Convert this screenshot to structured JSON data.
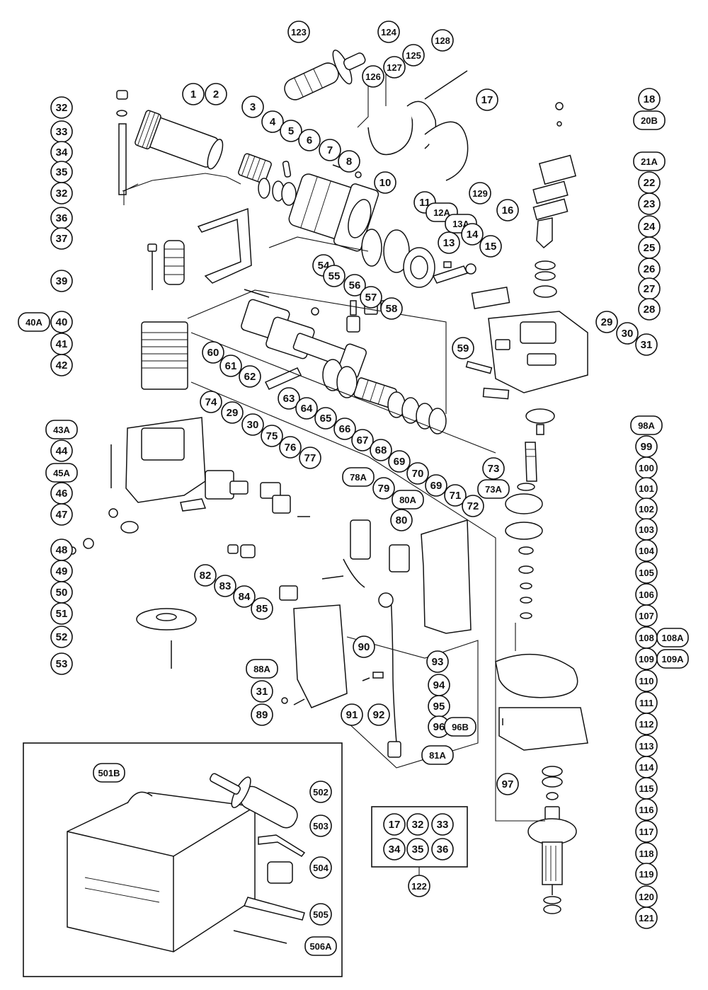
{
  "diagram": {
    "labels_left": [
      "32",
      "33",
      "34",
      "35",
      "32",
      "36",
      "37",
      "39",
      "40A",
      "40",
      "41",
      "42",
      "43A",
      "44",
      "45A",
      "46",
      "47",
      "48",
      "49",
      "50",
      "51",
      "52",
      "53"
    ],
    "labels_top": [
      "123",
      "124",
      "125",
      "126",
      "127",
      "128",
      "1",
      "2",
      "3",
      "4",
      "5",
      "6",
      "7",
      "8",
      "10",
      "17",
      "11",
      "12A",
      "13A",
      "129",
      "13",
      "14",
      "15",
      "16"
    ],
    "labels_right": [
      "18",
      "20B",
      "21A",
      "22",
      "23",
      "24",
      "25",
      "26",
      "27",
      "28",
      "29",
      "30",
      "31",
      "98A",
      "99",
      "100",
      "101",
      "102",
      "103",
      "104",
      "105",
      "106",
      "107",
      "108",
      "108A",
      "109",
      "109A",
      "110",
      "111",
      "112",
      "113",
      "114",
      "115",
      "116",
      "117",
      "118",
      "119",
      "120",
      "121"
    ],
    "labels_middle": [
      "54",
      "55",
      "56",
      "57",
      "58",
      "59",
      "60",
      "61",
      "62",
      "63",
      "64",
      "65",
      "66",
      "67",
      "68",
      "69",
      "70",
      "69",
      "71",
      "72",
      "73",
      "73A",
      "74",
      "29",
      "30",
      "75",
      "76",
      "77",
      "78A",
      "79",
      "80A",
      "80",
      "82",
      "83",
      "84",
      "85",
      "90",
      "93",
      "94",
      "95",
      "96",
      "96B",
      "88A",
      "31",
      "89",
      "91",
      "92",
      "97",
      "81A"
    ],
    "accessories": [
      "501B",
      "502",
      "503",
      "504",
      "505",
      "506A"
    ],
    "kit_items": [
      "17",
      "32",
      "33",
      "34",
      "35",
      "36"
    ],
    "kit_label": "122"
  }
}
